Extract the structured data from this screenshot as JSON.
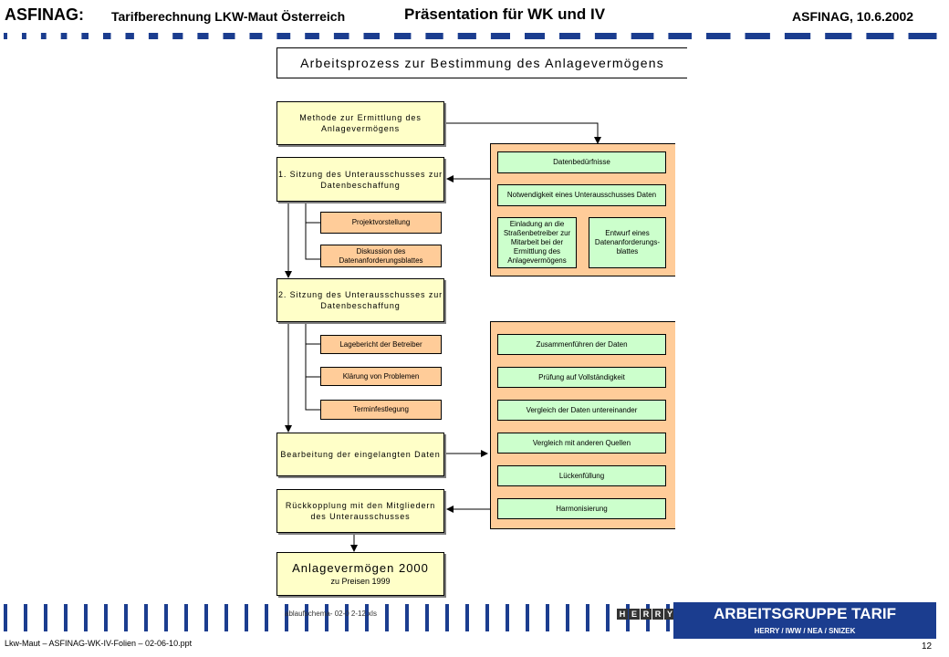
{
  "header": {
    "brand": "ASFINAG:",
    "subtitle": "Tarifberechnung LKW-Maut Österreich",
    "presentation": "Präsentation für WK und IV",
    "date": "ASFINAG, 10.6.2002"
  },
  "diagram": {
    "title": "Arbeitsprozess zur Bestimmung des Anlagevermögens",
    "main_steps": [
      "Methode zur Ermittlung des Anlagevermögens",
      "1. Sitzung des Unterausschusses zur Datenbeschaffung",
      "2. Sitzung des Unterausschusses zur Datenbeschaffung",
      "Bearbeitung der eingelangten Daten",
      "Rückkopplung mit den Mitgliedern des Unterausschusses"
    ],
    "session1_items": [
      "Projektvorstellung",
      "Diskussion des Datenanforderungsblattes"
    ],
    "session2_items": [
      "Lagebericht der Betreiber",
      "Klärung von Problemen",
      "Terminfestlegung"
    ],
    "panel1": {
      "top": [
        "Datenbedürfnisse",
        "Notwendigkeit eines Unterausschusses Daten"
      ],
      "left": "Einladung an die Straßenbetreiber zur Mitarbeit bei der Ermittlung des Anlagevermögens",
      "right": "Entwurf eines Datenanforderungs-blattes"
    },
    "panel2": [
      "Zusammenführen der Daten",
      "Prüfung auf Vollständigkeit",
      "Vergleich der Daten untereinander",
      "Vergleich mit anderen Quellen",
      "Lückenfüllung",
      "Harmonisierung"
    ],
    "final": {
      "title": "Anlagevermögen 2000",
      "subtitle": "zu Preisen 1999"
    },
    "source_note": "ablaufschema- 02-0 2-12.xls"
  },
  "footer": {
    "file": "Lkw-Maut – ASFINAG-WK-IV-Folien – 02-06-10.ppt",
    "page": "12",
    "group": "ARBEITSGRUPPE TARIF",
    "members": "HERRY / IWW / NEA / SNIZEK",
    "logo_letters": [
      "H",
      "E",
      "R",
      "R",
      "Y"
    ]
  },
  "colors": {
    "step_fill": "#ffffc8",
    "item_fill": "#ffcc99",
    "task_fill": "#ccffcc",
    "accent_blue": "#1b3d8f"
  }
}
